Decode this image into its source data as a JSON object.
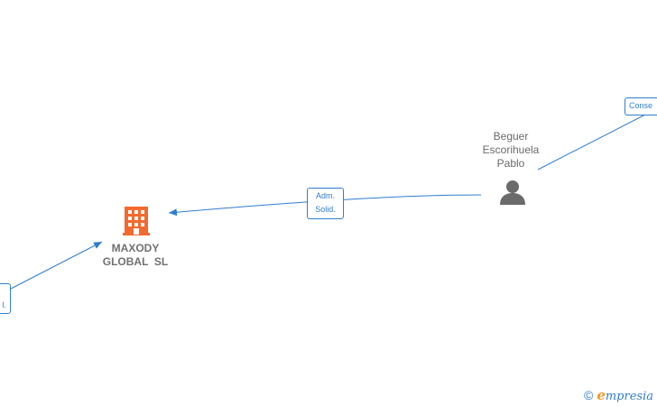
{
  "nodes": {
    "company": {
      "name_line1": "MAXODY",
      "name_line2": "GLOBAL  SL",
      "icon": "building-icon",
      "color": "#f26a2e"
    },
    "person": {
      "name_line1": "Beguer",
      "name_line2": "Escorihuela",
      "name_line3": "Pablo",
      "icon": "person-icon",
      "color": "#6b6b6b"
    }
  },
  "edges": {
    "adm_solid": {
      "line1": "Adm.",
      "line2": "Solid."
    },
    "left_partial": {
      "line1": "",
      "line2": "l."
    },
    "top_right_partial": {
      "label": "Conse"
    }
  },
  "colors": {
    "edge": "#2f7dcf"
  },
  "watermark": {
    "copyright": "©",
    "brand_initial": "e",
    "brand_rest": "mpresia"
  }
}
